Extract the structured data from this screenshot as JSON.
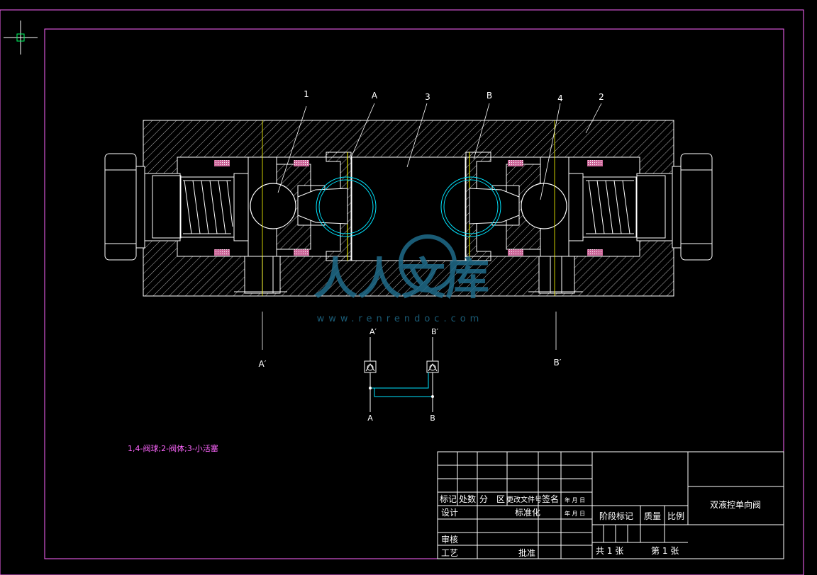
{
  "drawing": {
    "title": "双液控单向阀",
    "legend": "1,4-阀球;2-阀体;3-小活塞",
    "callouts": {
      "c1": "1",
      "cA": "A",
      "c3": "3",
      "cB": "B",
      "c4": "4",
      "c2": "2"
    },
    "section_labels": {
      "a_prime": "A′",
      "b_prime": "B′"
    },
    "schematic": {
      "top_a": "A′",
      "top_b": "B′",
      "bottom_a": "A",
      "bottom_b": "B"
    },
    "watermark": {
      "text": "人人文库",
      "url": "www.renrendoc.com"
    }
  },
  "title_block": {
    "row_labels": {
      "mark": "标记",
      "count": "处数",
      "zone": "分　区",
      "doc": "更改文件号",
      "sign": "签名",
      "date": "年 月 日",
      "design": "设计",
      "standard": "标准化",
      "date2": "年 月 日",
      "review": "审核",
      "process": "工艺",
      "approve": "批准"
    },
    "stage_mark": "阶段标记",
    "mass": "质量",
    "scale": "比例",
    "total_sheets": "共 1 张",
    "sheet_no": "第 1 张"
  },
  "colors": {
    "border": "#ff66ff",
    "line": "#ffffff",
    "cyan": "#00e5ff",
    "yellow": "#ffff00",
    "magenta": "#ff66ff",
    "seal": "#cc6699",
    "watermark": "#1f6b8a"
  }
}
